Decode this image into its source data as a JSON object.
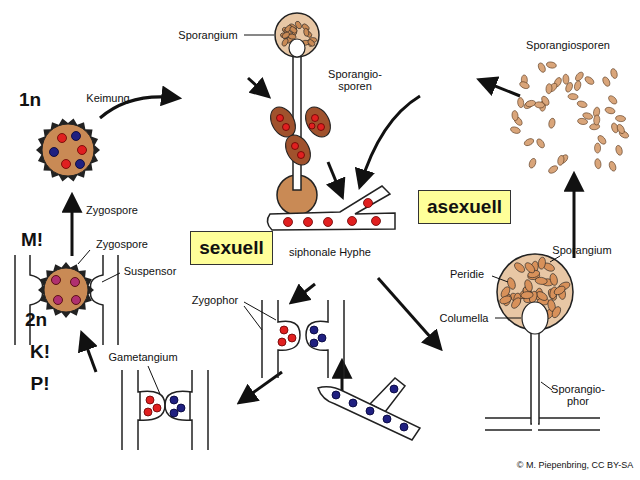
{
  "diagram": {
    "nodes": [
      {
        "text": [
          "sexuell"
        ]
      },
      {
        "text": [
          "asexuell"
        ]
      }
    ],
    "labels": [
      "Sporangium",
      "Sporangio- sporen",
      "Sporangiosporen",
      "Keimung",
      "1n",
      "Zygospore",
      "M!",
      "Zygospore",
      "Suspensor",
      "2n",
      "siphonale Hyphe",
      "Zygophor",
      "Sporangium",
      "Peridie",
      "Columella",
      "K!",
      "P!",
      "Gametangium",
      "Sporangio- phor",
      "© M. Piepenbring, CC BY-SA"
    ]
  }
}
